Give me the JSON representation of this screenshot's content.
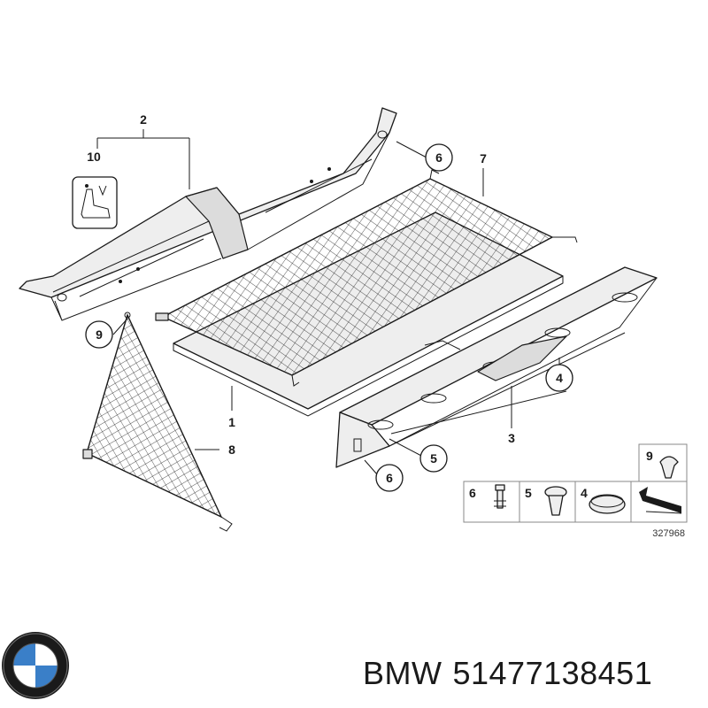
{
  "callouts": {
    "c1": "1",
    "c2": "2",
    "c3": "3",
    "c4": "4",
    "c5": "5",
    "c6a": "6",
    "c6b": "6",
    "c7": "7",
    "c8": "8",
    "c9": "9",
    "c10": "10"
  },
  "legend": {
    "k9": "9",
    "k6": "6",
    "k5": "5",
    "k4": "4"
  },
  "diagram_ref": "327968",
  "caption": {
    "brand": "BMW",
    "part_number": "51477138451"
  },
  "icons": {
    "logo": "bmw-roundel-logo",
    "manual": "seat-manual-icon",
    "arrow": "direction-arrow-icon"
  }
}
